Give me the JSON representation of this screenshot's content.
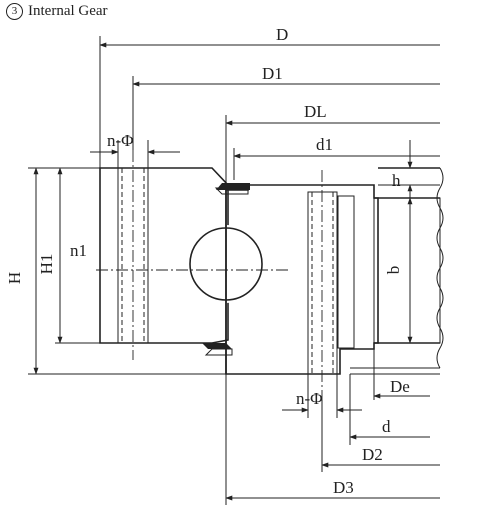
{
  "caption": {
    "number": "3",
    "text": "Internal Gear"
  },
  "dimensions": {
    "D": "D",
    "D1": "D1",
    "DL": "DL",
    "d1": "d1",
    "n_phi_top": "n-Φ",
    "h": "h",
    "H": "H",
    "H1": "H1",
    "n1": "n1",
    "b": "b",
    "De": "De",
    "n_phi_bottom": "n-Φ",
    "d": "d",
    "D2": "D2",
    "D3": "D3"
  }
}
